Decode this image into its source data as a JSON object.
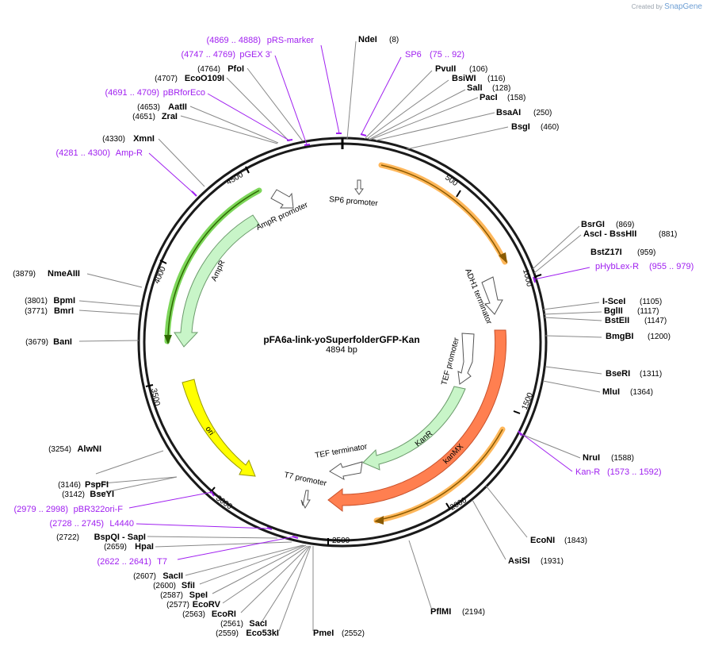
{
  "credit": {
    "prefix": "Created by",
    "brand": "SnapGene"
  },
  "plasmid": {
    "name": "pFA6a-link-yoSuperfolderGFP-Kan",
    "size_label": "4894 bp"
  },
  "ticks": [
    "500",
    "1000",
    "1500",
    "2000",
    "2500",
    "3000",
    "3500",
    "4000",
    "4500"
  ],
  "sites": [
    {
      "name": "NdeI",
      "pos": "(8)"
    },
    {
      "name": "PvuII",
      "pos": "(106)"
    },
    {
      "name": "BsiWI",
      "pos": "(116)"
    },
    {
      "name": "SalI",
      "pos": "(128)"
    },
    {
      "name": "PacI",
      "pos": "(158)"
    },
    {
      "name": "BsaAI",
      "pos": "(250)"
    },
    {
      "name": "BsgI",
      "pos": "(460)"
    },
    {
      "name": "BsrGI",
      "pos": "(869)"
    },
    {
      "name": "AscI  - BssHII",
      "pos": "(881)"
    },
    {
      "name": "BstZ17I",
      "pos": "(959)"
    },
    {
      "name": "I-SceI",
      "pos": "(1105)"
    },
    {
      "name": "BglII",
      "pos": "(1117)"
    },
    {
      "name": "BstEII",
      "pos": "(1147)"
    },
    {
      "name": "BmgBI",
      "pos": "(1200)"
    },
    {
      "name": "BseRI",
      "pos": "(1311)"
    },
    {
      "name": "MluI",
      "pos": "(1364)"
    },
    {
      "name": "NruI",
      "pos": "(1588)"
    },
    {
      "name": "EcoNI",
      "pos": "(1843)"
    },
    {
      "name": "AsiSI",
      "pos": "(1931)"
    },
    {
      "name": "PflMI",
      "pos": "(2194)"
    },
    {
      "name": "PmeI",
      "pos": "(2552)"
    },
    {
      "name": "Eco53kI",
      "pos": "(2559)"
    },
    {
      "name": "SacI",
      "pos": "(2561)"
    },
    {
      "name": "EcoRI",
      "pos": "(2563)"
    },
    {
      "name": "EcoRV",
      "pos": "(2577)"
    },
    {
      "name": "SpeI",
      "pos": "(2587)"
    },
    {
      "name": "SfiI",
      "pos": "(2600)"
    },
    {
      "name": "SacII",
      "pos": "(2607)"
    },
    {
      "name": "HpaI",
      "pos": "(2659)"
    },
    {
      "name": "BspQI  - SapI",
      "pos": "(2722)"
    },
    {
      "name": "BseYI",
      "pos": "(3142)"
    },
    {
      "name": "PspFI",
      "pos": "(3146)"
    },
    {
      "name": "AlwNI",
      "pos": "(3254)"
    },
    {
      "name": "BanI",
      "pos": "(3679)"
    },
    {
      "name": "BmrI",
      "pos": "(3771)"
    },
    {
      "name": "BpmI",
      "pos": "(3801)"
    },
    {
      "name": "NmeAIII",
      "pos": "(3879)"
    },
    {
      "name": "XmnI",
      "pos": "(4330)"
    },
    {
      "name": "ZraI",
      "pos": "(4651)"
    },
    {
      "name": "AatII",
      "pos": "(4653)"
    },
    {
      "name": "EcoO109I",
      "pos": "(4707)"
    },
    {
      "name": "PfoI",
      "pos": "(4764)"
    }
  ],
  "primers": [
    {
      "name": "SP6",
      "pos": "(75 .. 92)"
    },
    {
      "name": "pHybLex-R",
      "pos": "(955 .. 979)"
    },
    {
      "name": "Kan-R",
      "pos": "(1573 .. 1592)"
    },
    {
      "name": "T7",
      "pos": "(2622 .. 2641)"
    },
    {
      "name": "L4440",
      "pos": "(2728 .. 2745)"
    },
    {
      "name": "pBR322ori-F",
      "pos": "(2979 .. 2998)"
    },
    {
      "name": "Amp-R",
      "pos": "(4281 .. 4300)"
    },
    {
      "name": "pBRforEco",
      "pos": "(4691 .. 4709)"
    },
    {
      "name": "pGEX 3'",
      "pos": "(4747 .. 4769)"
    },
    {
      "name": "pRS-marker",
      "pos": "(4869 .. 4888)"
    }
  ],
  "features": {
    "sp6": "SP6 promoter",
    "adh1": "ADH1 terminator",
    "tef_p": "TEF promoter",
    "kanr": "KanR",
    "kanmx": "kanMX",
    "tef_t": "TEF terminator",
    "t7": "T7 promoter",
    "ori": "ori",
    "ampr": "AmpR",
    "ampr_p": "AmpR promoter"
  },
  "colors": {
    "backbone": "#1a1a1a",
    "primer": "#a020f0",
    "leader": "#888888",
    "kanmx": "#ff7f50",
    "kanr": "#c8f5c8",
    "ampr": "#c8f5c8",
    "ori": "#ffff00",
    "orange_outline": "#ffb75a",
    "green_outline": "#7dd65a"
  }
}
